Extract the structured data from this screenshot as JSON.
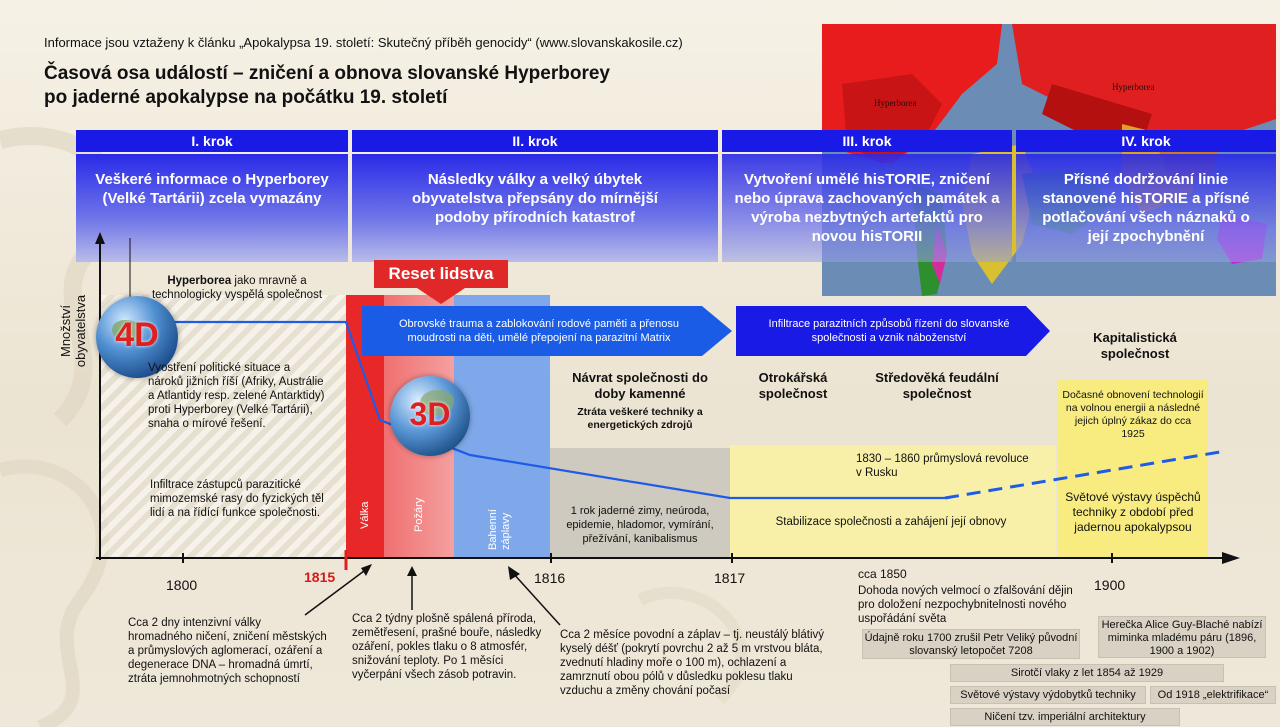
{
  "header": {
    "source_note": "Informace jsou vztaženy k článku „Apokalypsa 19. století: Skutečný příběh genocidy“ (www.slovanskakosile.cz)",
    "title_line1": "Časová osa událostí – zničení a obnova slovanské Hyperborey",
    "title_line2": "po jaderné apokalypse na počátku 19. století"
  },
  "map": {
    "label_left": "Hyperborea",
    "label_right": "Hyperborea"
  },
  "steps": [
    {
      "label": "I. krok",
      "text": "Veškeré informace o Hyperborey (Velké Tartárii) zcela vymazány"
    },
    {
      "label": "II. krok",
      "text": "Následky války a velký úbytek obyvatelstva přepsány do mírnější podoby přírodních katastrof"
    },
    {
      "label": "III. krok",
      "text": "Vytvoření umělé hisTORIE, zničení nebo úprava zachovaných památek a výroba nezbytných artefaktů pro novou hisTORII"
    },
    {
      "label": "IV. krok",
      "text": "Přísné dodržování linie stanovené hisTORIE a přísné potlačování všech náznaků o její zpochybnění"
    }
  ],
  "axis": {
    "y_label_1": "Množství",
    "y_label_2": "obyvatelstva",
    "ticks": [
      "1800",
      "1815",
      "1816",
      "1817",
      "1900"
    ],
    "tick_1850": "cca 1850"
  },
  "globes": {
    "g4d": "4D",
    "g3d": "3D"
  },
  "reset": "Reset lidstva",
  "banners": {
    "trauma": "Obrovské trauma a zablokování rodové paměti a přenosu moudrosti na děti, umělé přepojení na parazitní Matrix",
    "infiltration": "Infiltrace parazitních způsobů řízení do slovanské společnosti a vznik náboženství"
  },
  "bands": {
    "valka": "Válka",
    "pozary": "Požáry",
    "bahenni": "Bahenní záplavy"
  },
  "left_texts": {
    "hyperborea_bold": "Hyperborea",
    "hyperborea_rest": " jako mravně a technologicky vyspělá společnost",
    "politics": "Vyostření politické situace a nároků jižních říší (Afriky, Austrálie a Atlantidy resp. zelené Antarktidy) proti Hyperborey (Velké Tartárii), snaha o mírové řešení.",
    "infiltration": "Infiltrace zástupců parazitické mimozemské rasy do fyzických těl lidí a na řídící funkce společnosti."
  },
  "eras": {
    "navrat_title": "Návrat společnosti do doby kamenné",
    "navrat_sub": "Ztráta veškeré techniky a energetických zdrojů",
    "nuclear_winter": "1 rok jaderné zimy, neúroda, epidemie, hladomor, vymírání, přežívání, kanibalismus",
    "otrokarska": "Otrokářská společnost",
    "feudalni": "Středověká feudální společnost",
    "industrial": "1830 – 1860 průmyslová revoluce v Rusku",
    "stabilizace": "Stabilizace společnosti a zahájení její obnovy",
    "kapitalisticka": "Kapitalistická společnost",
    "docasne": "Dočasné obnovení technologií na volnou energii a následné jejich úplný zákaz do cca 1925",
    "vystavy": "Světové výstavy úspěchů techniky z období před jadernou apokalypsou"
  },
  "bottom_notes": {
    "note1": "Cca 2 dny intenzivní války hromadného ničení, zničení městských a průmyslových aglomerací, ozáření a degenerace DNA – hromadná úmrtí, ztráta jemnohmotných schopností",
    "note2": "Cca 2 týdny plošně spálená příroda, zemětřesení, prašné bouře, následky ozáření, pokles tlaku o 8 atmosfér, snižování teploty. Po 1 měsíci vyčerpání všech zásob potravin.",
    "note3": "Cca 2 měsíce povodní a záplav – tj. neustálý blátivý kyselý déšť (pokrytí povrchu 2 až 5 m vrstvou bláta, zvednutí hladiny moře o 100 m), ochlazení a zamrznutí obou pólů v důsledku poklesu tlaku vzduchu a změny chování počasí",
    "note4": "Dohoda nových velmocí o zfalšování dějin pro doložení nezpochybnitelnosti nového uspořádání světa"
  },
  "gray_boxes": {
    "peter": "Údajně roku 1700 zrušil Petr Veliký původní slovanský letopočet 7208",
    "actress": "Herečka Alice Guy-Blaché nabízí miminka mladému páru (1896, 1900 a 1902)",
    "trains": "Sirotčí vlaky z let 1854 až 1929",
    "expos": "Světové výstavy výdobytků techniky",
    "electrification": "Od 1918 „elektrifikace“",
    "architecture": "Ničení tzv. imperiální architektury"
  },
  "colors": {
    "step_blue": "#1a1ae6",
    "war_red": "#e82020",
    "fires": "#f07070",
    "flood_blue": "#7aa6e8",
    "stone_gray": "#cfcac0",
    "yellow": "#f8f0a8",
    "line": "#1e5be6"
  }
}
